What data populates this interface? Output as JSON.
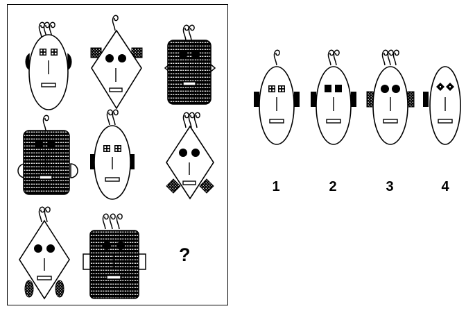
{
  "puzzle": {
    "missing_mark": "?"
  },
  "options": [
    {
      "label": "1"
    },
    {
      "label": "2"
    },
    {
      "label": "3"
    },
    {
      "label": "4"
    }
  ],
  "palette": {
    "ink": "#000000",
    "paper": "#ffffff"
  }
}
